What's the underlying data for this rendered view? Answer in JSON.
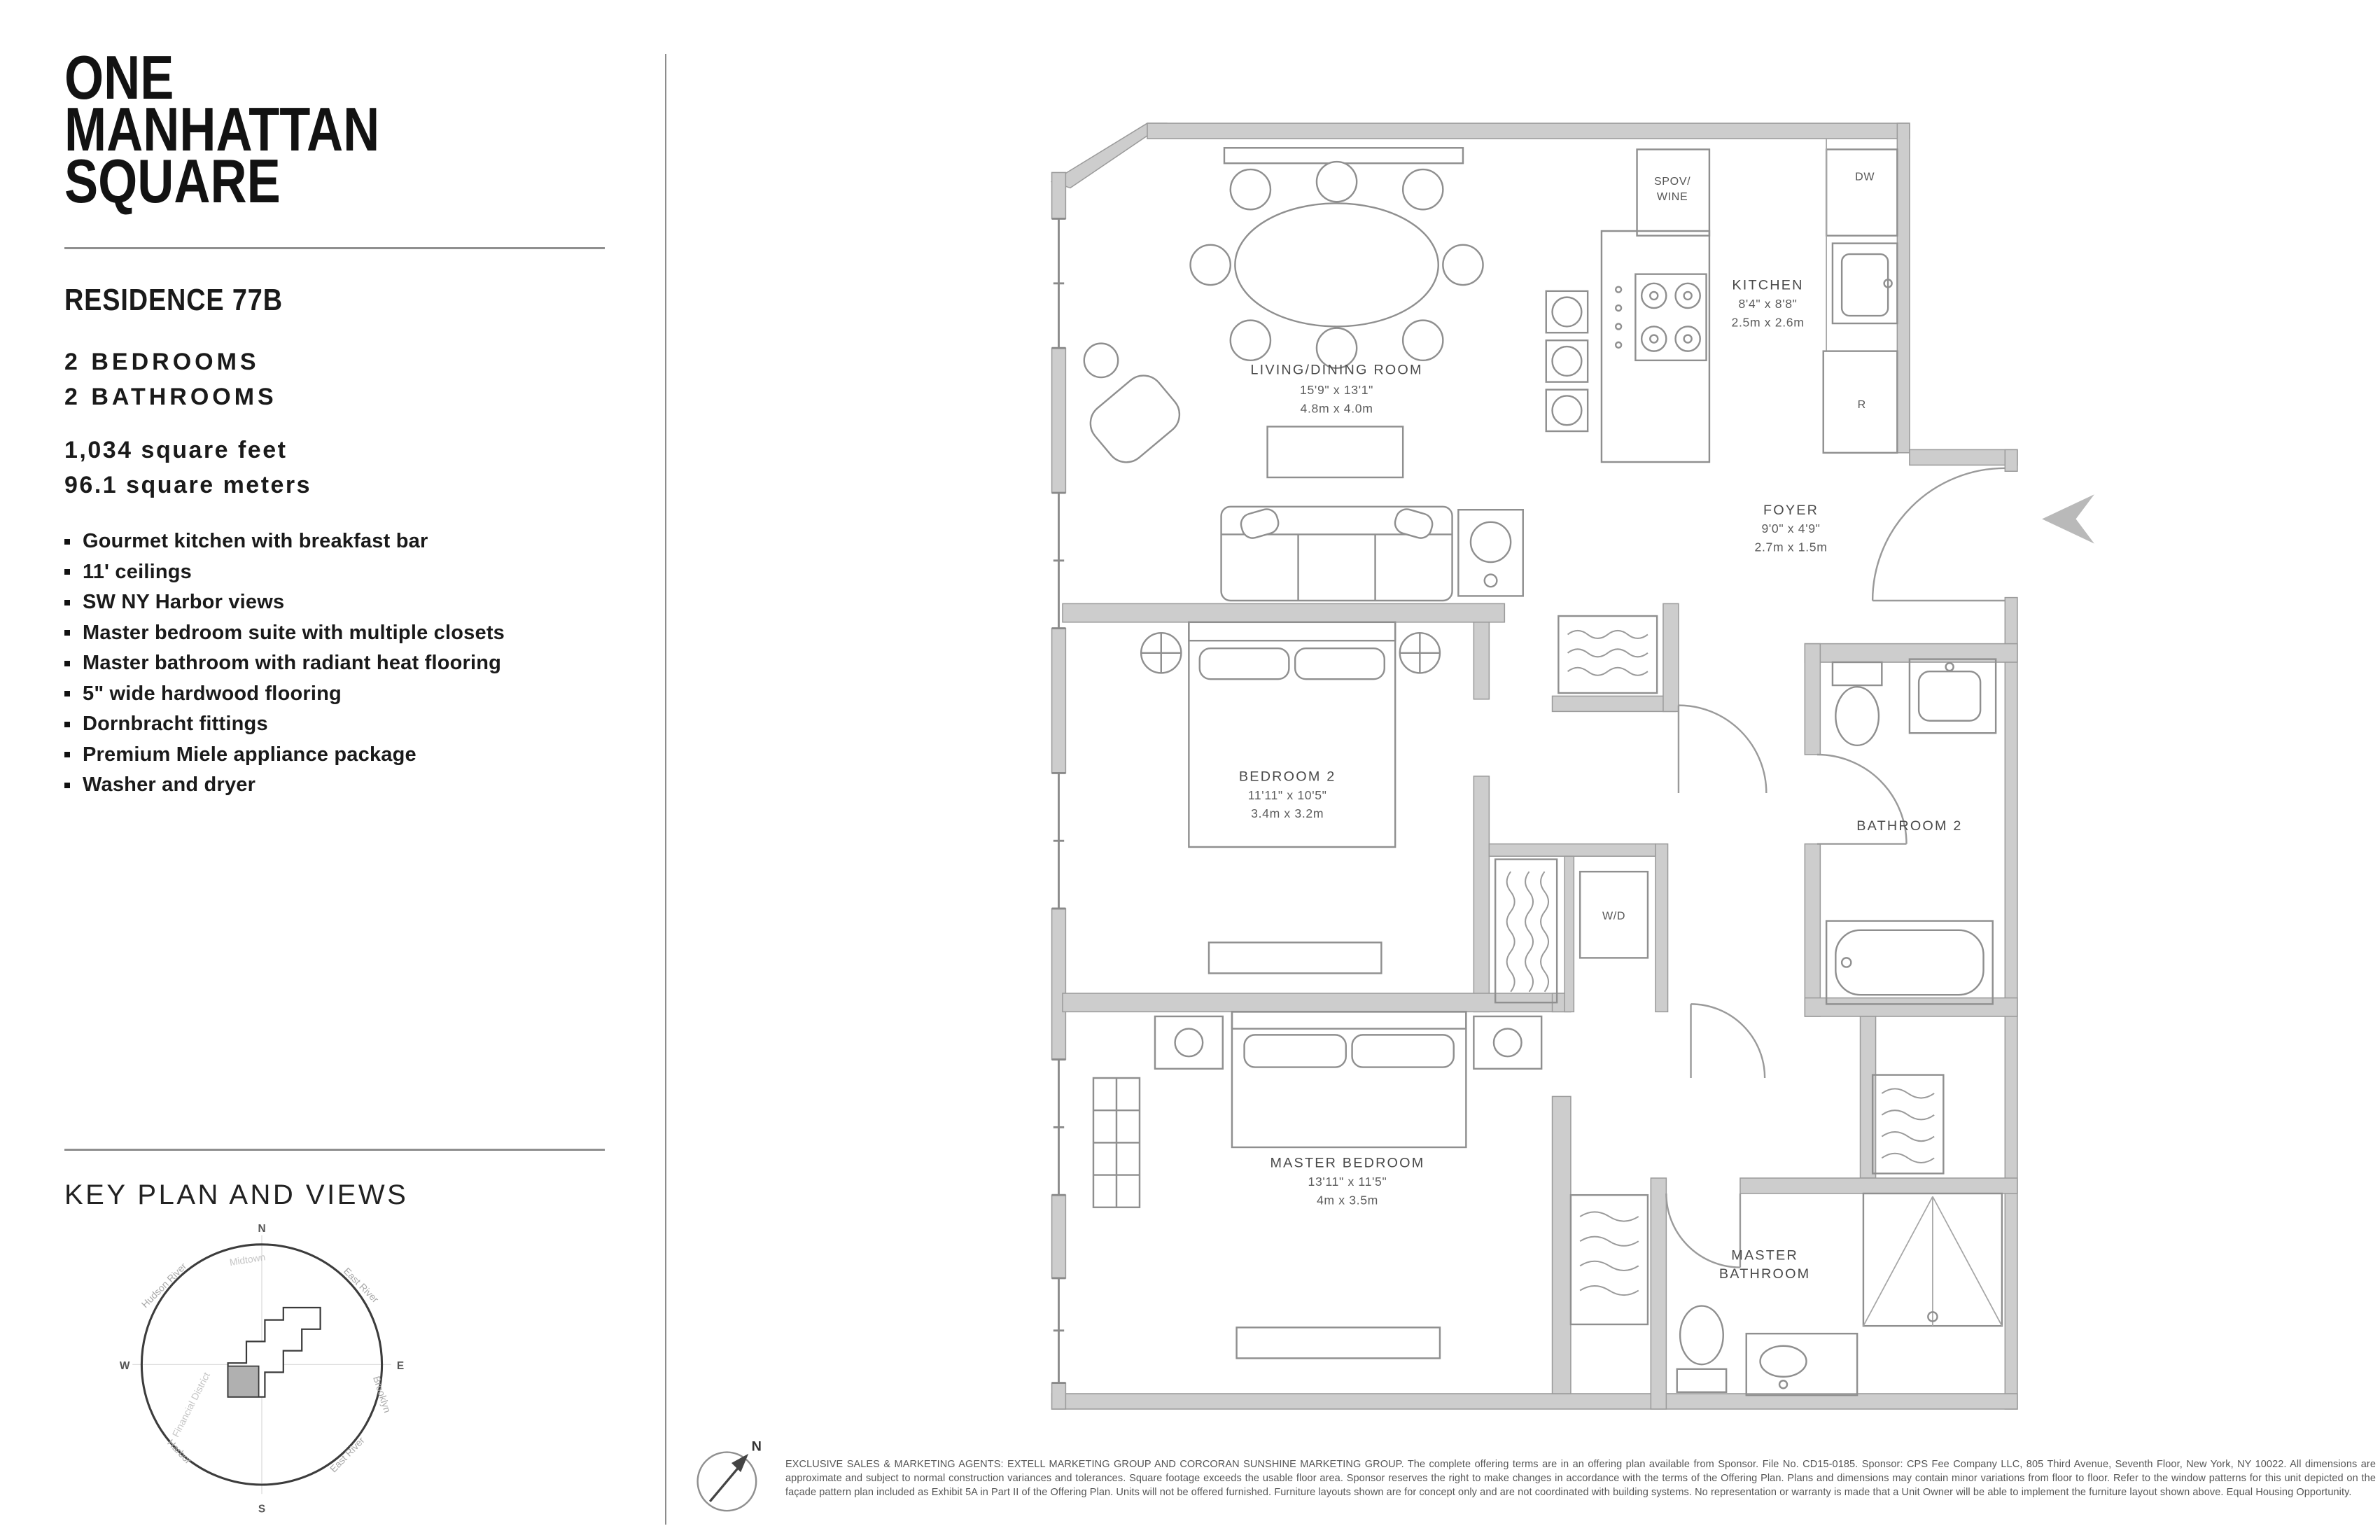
{
  "brand": {
    "line1": "ONE",
    "line2": "MANHATTAN",
    "line3": "SQUARE"
  },
  "residence": {
    "title": "RESIDENCE 77B",
    "bedrooms": "2 BEDROOMS",
    "bathrooms": "2 BATHROOMS",
    "area_ft": "1,034 square feet",
    "area_m": "96.1 square meters",
    "features": [
      "Gourmet kitchen with breakfast bar",
      "11' ceilings",
      "SW NY Harbor views",
      "Master bedroom suite with multiple closets",
      "Master bathroom with radiant heat flooring",
      "5\" wide hardwood flooring",
      "Dornbracht fittings",
      "Premium Miele appliance package",
      "Washer and dryer"
    ]
  },
  "key_plan": {
    "title": "KEY PLAN AND VIEWS",
    "cardinals": {
      "n": "N",
      "e": "E",
      "s": "S",
      "w": "W"
    },
    "labels": {
      "hudson_river": "Hudson River",
      "midtown": "Midtown",
      "east_river_ne": "East River",
      "brooklyn": "Brooklyn",
      "financial_district": "Financial District",
      "harbor": "Harbor",
      "east_river_se": "East River"
    }
  },
  "floor_plan": {
    "north_label": "N",
    "rooms": {
      "living": {
        "name": "LIVING/DINING ROOM",
        "dims_ft": "15'9\" x 13'1\"",
        "dims_m": "4.8m x 4.0m"
      },
      "kitchen": {
        "name": "KITCHEN",
        "dims_ft": "8'4\" x 8'8\"",
        "dims_m": "2.5m x 2.6m"
      },
      "foyer": {
        "name": "FOYER",
        "dims_ft": "9'0\" x 4'9\"",
        "dims_m": "2.7m x 1.5m"
      },
      "bedroom2": {
        "name": "BEDROOM 2",
        "dims_ft": "11'11\" x 10'5\"",
        "dims_m": "3.4m x 3.2m"
      },
      "master_bedroom": {
        "name": "MASTER BEDROOM",
        "dims_ft": "13'11\" x 11'5\"",
        "dims_m": "4m x 3.5m"
      },
      "bathroom2": {
        "name": "BATHROOM 2"
      },
      "master_bathroom": {
        "line1": "MASTER",
        "line2": "BATHROOM"
      }
    },
    "fixtures": {
      "spov_line1": "SPOV/",
      "spov_line2": "WINE",
      "dishwasher": "DW",
      "refrigerator": "R",
      "washer_dryer": "W/D"
    }
  },
  "colors": {
    "wall_fill": "#cdcdcd",
    "accent_text": "#1a1a1a"
  },
  "disclaimer": "EXCLUSIVE SALES & MARKETING AGENTS: EXTELL MARKETING GROUP AND CORCORAN SUNSHINE MARKETING GROUP. The complete offering terms are in an offering plan available from Sponsor. File No. CD15-0185. Sponsor: CPS Fee Company LLC, 805 Third Avenue, Seventh Floor, New York, NY 10022. All dimensions are approximate and subject to normal construction variances and tolerances. Square footage exceeds the usable floor area. Sponsor reserves the right to make changes in accordance with the terms of the Offering Plan. Plans and dimensions may contain minor variations from floor to floor. Refer to the window patterns for this unit depicted on the façade pattern plan included as Exhibit 5A in Part II of the Offering Plan. Units will not be offered furnished. Furniture layouts shown are for concept only and are not coordinated with building systems. No representation or warranty is made that a Unit Owner will be able to implement the furniture layout shown above. Equal Housing Opportunity."
}
